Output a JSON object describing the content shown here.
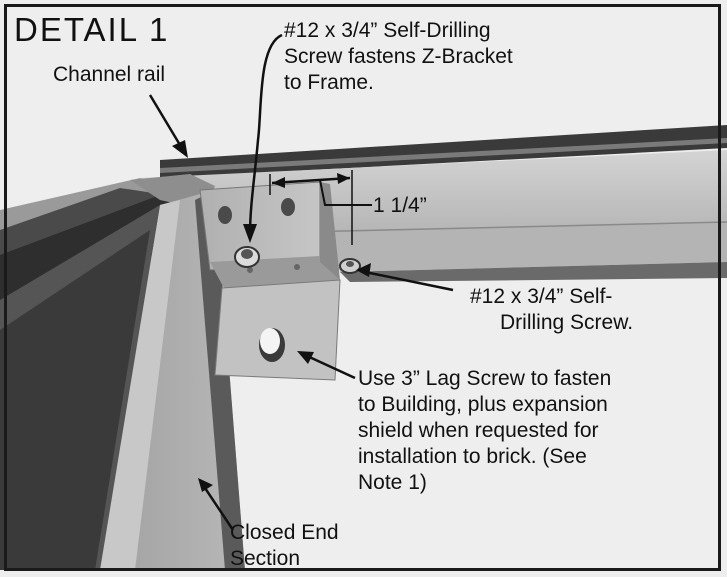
{
  "title": "DETAIL 1",
  "labels": {
    "channel_rail": "Channel rail",
    "top_screw": [
      "#12 x 3/4” Self-Drilling",
      "Screw fastens Z-Bracket",
      "to Frame."
    ],
    "dimension": "1 1/4”",
    "side_screw": [
      "#12 x 3/4” Self-",
      "Drilling Screw."
    ],
    "lag_screw": [
      "Use 3” Lag Screw to fasten",
      "to Building, plus expansion",
      "shield when requested for",
      "installation to brick.  (See",
      "Note 1)"
    ],
    "closed_end": [
      "Closed End",
      "Section"
    ]
  },
  "colors": {
    "metal_dark": "#3c3c3c",
    "metal_mid": "#8a8a8a",
    "metal_light": "#c8c8c8",
    "background": "#f0f0f0",
    "ink": "#111111"
  }
}
